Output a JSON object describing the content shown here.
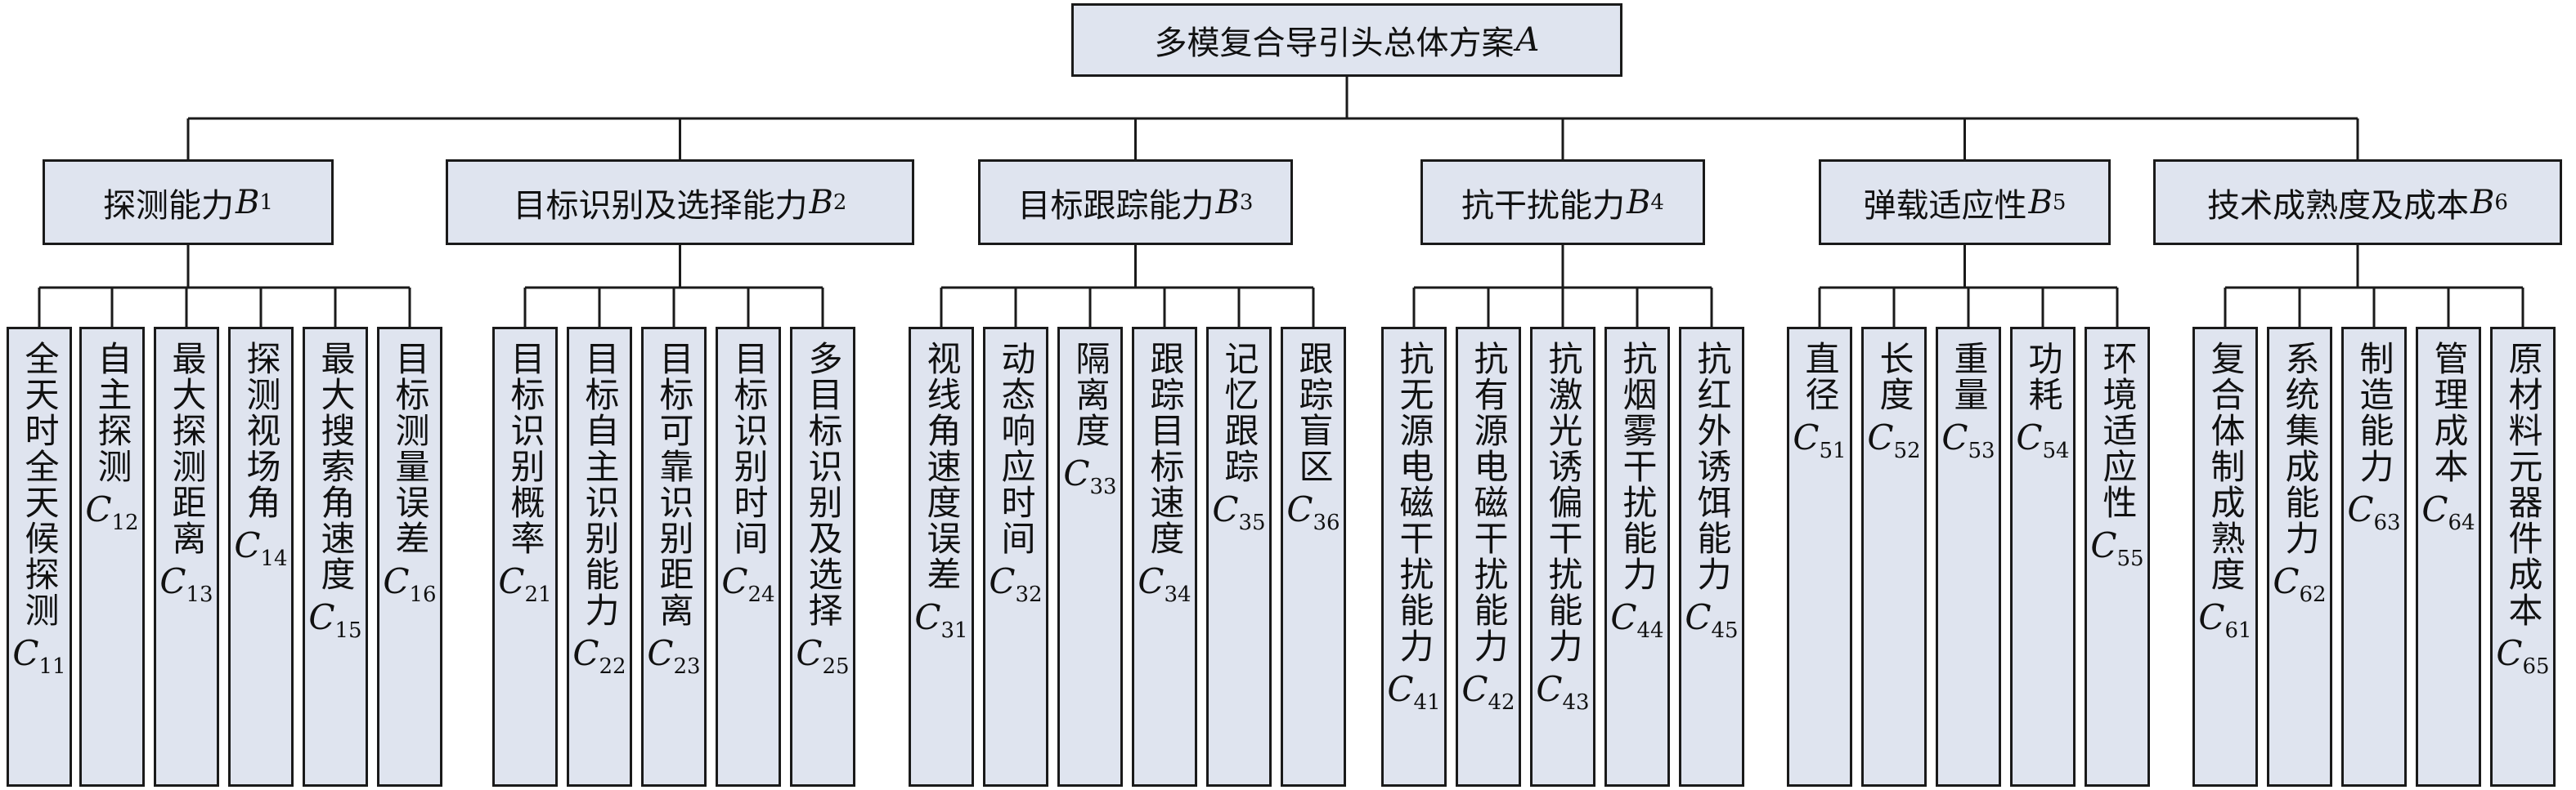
{
  "root": {
    "label": "多模复合导引头总体方案",
    "code": "A"
  },
  "groups": [
    {
      "label": "探测能力",
      "code": "B",
      "sub": "1",
      "leaves": [
        {
          "label": "全天时全天候探测",
          "code": "C",
          "sub": "11"
        },
        {
          "label": "自主探测",
          "code": "C",
          "sub": "12"
        },
        {
          "label": "最大探测距离",
          "code": "C",
          "sub": "13"
        },
        {
          "label": "探测视场角",
          "code": "C",
          "sub": "14"
        },
        {
          "label": "最大搜索角速度",
          "code": "C",
          "sub": "15"
        },
        {
          "label": "目标测量误差",
          "code": "C",
          "sub": "16"
        }
      ]
    },
    {
      "label": "目标识别及选择能力",
      "code": "B",
      "sub": "2",
      "leaves": [
        {
          "label": "目标识别概率",
          "code": "C",
          "sub": "21"
        },
        {
          "label": "目标自主识别能力",
          "code": "C",
          "sub": "22"
        },
        {
          "label": "目标可靠识别距离",
          "code": "C",
          "sub": "23"
        },
        {
          "label": "目标识别时间",
          "code": "C",
          "sub": "24"
        },
        {
          "label": "多目标识别及选择",
          "code": "C",
          "sub": "25"
        }
      ]
    },
    {
      "label": "目标跟踪能力",
      "code": "B",
      "sub": "3",
      "leaves": [
        {
          "label": "视线角速度误差",
          "code": "C",
          "sub": "31"
        },
        {
          "label": "动态响应时间",
          "code": "C",
          "sub": "32"
        },
        {
          "label": "隔离度",
          "code": "C",
          "sub": "33"
        },
        {
          "label": "跟踪目标速度",
          "code": "C",
          "sub": "34"
        },
        {
          "label": "记忆跟踪",
          "code": "C",
          "sub": "35"
        },
        {
          "label": "跟踪盲区",
          "code": "C",
          "sub": "36"
        }
      ]
    },
    {
      "label": "抗干扰能力",
      "code": "B",
      "sub": "4",
      "leaves": [
        {
          "label": "抗无源电磁干扰能力",
          "code": "C",
          "sub": "41"
        },
        {
          "label": "抗有源电磁干扰能力",
          "code": "C",
          "sub": "42"
        },
        {
          "label": "抗激光诱偏干扰能力",
          "code": "C",
          "sub": "43"
        },
        {
          "label": "抗烟雾干扰能力",
          "code": "C",
          "sub": "44"
        },
        {
          "label": "抗红外诱饵能力",
          "code": "C",
          "sub": "45"
        }
      ]
    },
    {
      "label": "弹载适应性",
      "code": "B",
      "sub": "5",
      "leaves": [
        {
          "label": "直径",
          "code": "C",
          "sub": "51"
        },
        {
          "label": "长度",
          "code": "C",
          "sub": "52"
        },
        {
          "label": "重量",
          "code": "C",
          "sub": "53"
        },
        {
          "label": "功耗",
          "code": "C",
          "sub": "54"
        },
        {
          "label": "环境适应性",
          "code": "C",
          "sub": "55"
        }
      ]
    },
    {
      "label": "技术成熟度及成本",
      "code": "B",
      "sub": "6",
      "leaves": [
        {
          "label": "复合体制成熟度",
          "code": "C",
          "sub": "61"
        },
        {
          "label": "系统集成能力",
          "code": "C",
          "sub": "62"
        },
        {
          "label": "制造能力",
          "code": "C",
          "sub": "63"
        },
        {
          "label": "管理成本",
          "code": "C",
          "sub": "64"
        },
        {
          "label": "原材料元器件成本",
          "code": "C",
          "sub": "65"
        }
      ]
    }
  ]
}
